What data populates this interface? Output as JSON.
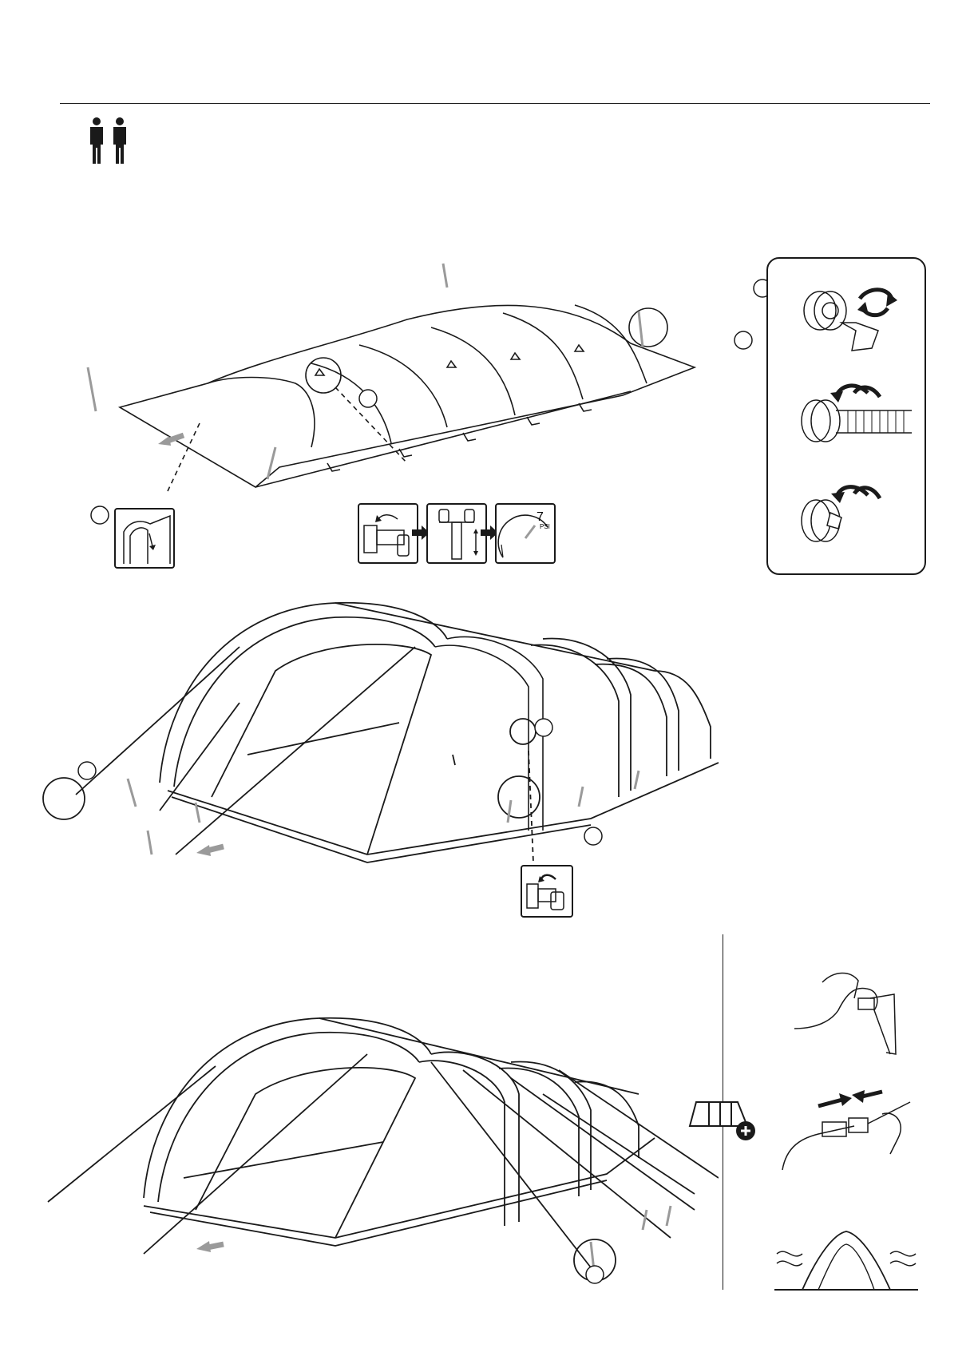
{
  "header": {
    "people_icon": "two-people-icon",
    "people_count": 2
  },
  "callouts": {
    "c1": "",
    "c2": "",
    "c3": "",
    "c4": "",
    "c5": "",
    "c6": "",
    "c7": ""
  },
  "gauge": {
    "value": "7",
    "unit": "PSI"
  },
  "icons": {
    "valve_steps": [
      "valve-open-icon",
      "hose-attach-icon",
      "valve-close-icon"
    ],
    "inflate_steps": [
      "valve-cap-icon",
      "pump-icon",
      "pressure-gauge-icon"
    ],
    "door": "door-panel-icon",
    "add_section": "add-section-icon",
    "aux": [
      "hand-release-icon",
      "buckle-connect-icon",
      "wind-tent-icon"
    ]
  },
  "colors": {
    "line": "#1a1a1a",
    "accent_gray": "#9a9a9a",
    "background": "#ffffff"
  }
}
